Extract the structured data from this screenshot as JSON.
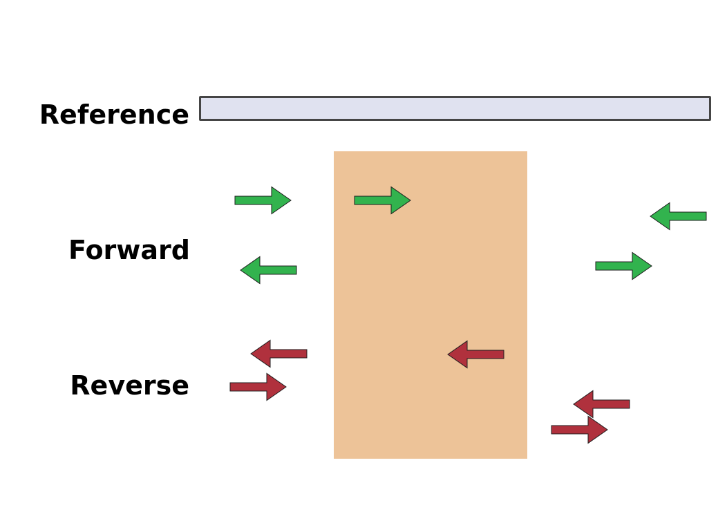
{
  "labels": {
    "reference": "Reference",
    "forward": "Forward",
    "reverse": "Reverse"
  },
  "colors": {
    "reference_fill": "#e0e2f0",
    "reference_stroke": "#454545",
    "region_fill": "#edc398",
    "forward_arrow": "#32b34e",
    "reverse_arrow": "#b0313d",
    "arrow_stroke": "#1e1e1e"
  },
  "arrows": {
    "forward": [
      {
        "direction": "right"
      },
      {
        "direction": "left"
      },
      {
        "direction": "right"
      },
      {
        "direction": "left"
      },
      {
        "direction": "right"
      }
    ],
    "reverse": [
      {
        "direction": "left"
      },
      {
        "direction": "right"
      },
      {
        "direction": "left"
      },
      {
        "direction": "left"
      },
      {
        "direction": "right"
      }
    ]
  }
}
